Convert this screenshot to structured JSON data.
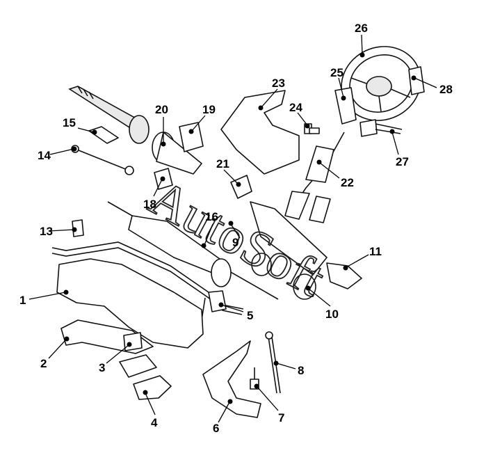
{
  "watermark": "AutoSoft",
  "callouts": [
    {
      "id": "1",
      "label": "1"
    },
    {
      "id": "2",
      "label": "2"
    },
    {
      "id": "3",
      "label": "3"
    },
    {
      "id": "4",
      "label": "4"
    },
    {
      "id": "5",
      "label": "5"
    },
    {
      "id": "6",
      "label": "6"
    },
    {
      "id": "7",
      "label": "7"
    },
    {
      "id": "8",
      "label": "8"
    },
    {
      "id": "9",
      "label": "9"
    },
    {
      "id": "10",
      "label": "10"
    },
    {
      "id": "11",
      "label": "11"
    },
    {
      "id": "13",
      "label": "13"
    },
    {
      "id": "14",
      "label": "14"
    },
    {
      "id": "15",
      "label": "15"
    },
    {
      "id": "16",
      "label": "16"
    },
    {
      "id": "18",
      "label": "18"
    },
    {
      "id": "19",
      "label": "19"
    },
    {
      "id": "20",
      "label": "20"
    },
    {
      "id": "21",
      "label": "21"
    },
    {
      "id": "22",
      "label": "22"
    },
    {
      "id": "23",
      "label": "23"
    },
    {
      "id": "24",
      "label": "24"
    },
    {
      "id": "25",
      "label": "25"
    },
    {
      "id": "26",
      "label": "26"
    },
    {
      "id": "27",
      "label": "27"
    },
    {
      "id": "28",
      "label": "28"
    }
  ]
}
